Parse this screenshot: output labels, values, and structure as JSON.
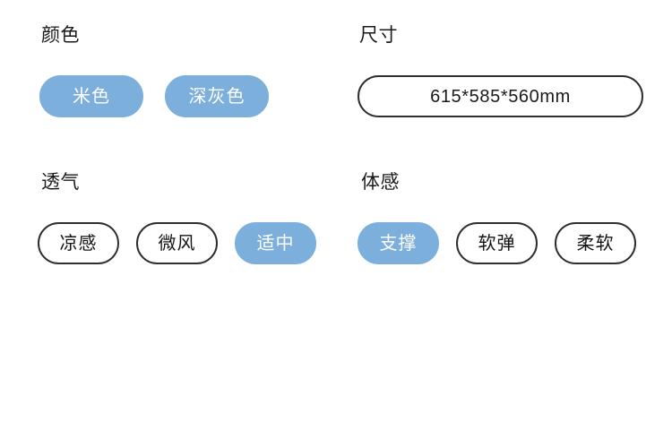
{
  "theme": {
    "accent": "#7CAFDB",
    "outline": "#2e2e2e",
    "text": "#1a1a1a",
    "selected_text": "#ffffff",
    "background": "#ffffff"
  },
  "groups": {
    "color": {
      "label": "颜色",
      "options": [
        {
          "label": "米色",
          "selected": true
        },
        {
          "label": "深灰色",
          "selected": true
        }
      ]
    },
    "size": {
      "label": "尺寸",
      "value": "615*585*560mm"
    },
    "breathability": {
      "label": "透气",
      "options": [
        {
          "label": "凉感",
          "selected": false
        },
        {
          "label": "微风",
          "selected": false
        },
        {
          "label": "适中",
          "selected": true
        }
      ]
    },
    "feel": {
      "label": "体感",
      "options": [
        {
          "label": "支撑",
          "selected": true
        },
        {
          "label": "软弹",
          "selected": false
        },
        {
          "label": "柔软",
          "selected": false
        }
      ]
    }
  }
}
